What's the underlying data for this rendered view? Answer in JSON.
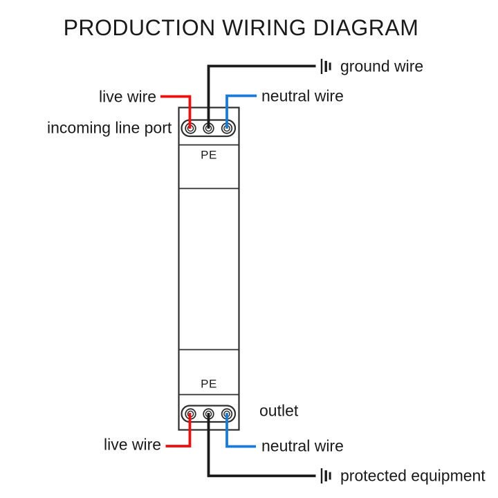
{
  "title": "PRODUCTION WIRING DIAGRAM",
  "device": {
    "pe_top_label": "PE",
    "pe_bottom_label": "PE"
  },
  "labels": {
    "incoming_line_port": "incoming line port",
    "live_wire_top": "live wire",
    "neutral_wire_top": "neutral wire",
    "ground_wire": "ground wire",
    "outlet": "outlet",
    "live_wire_bottom": "live wire",
    "neutral_wire_bottom": "neutral wire",
    "protected_equipment": "protected equipment"
  },
  "icons": {
    "ground_symbol_top": "earth-ground-icon",
    "ground_symbol_bottom": "earth-ground-icon"
  },
  "colors": {
    "live_wire": "#f20d0d",
    "neutral_wire": "#1a7ad8",
    "ground_wire": "#1a1a1a",
    "outline": "#2e2e2e",
    "text": "#1a1a1a",
    "background": "#ffffff"
  }
}
